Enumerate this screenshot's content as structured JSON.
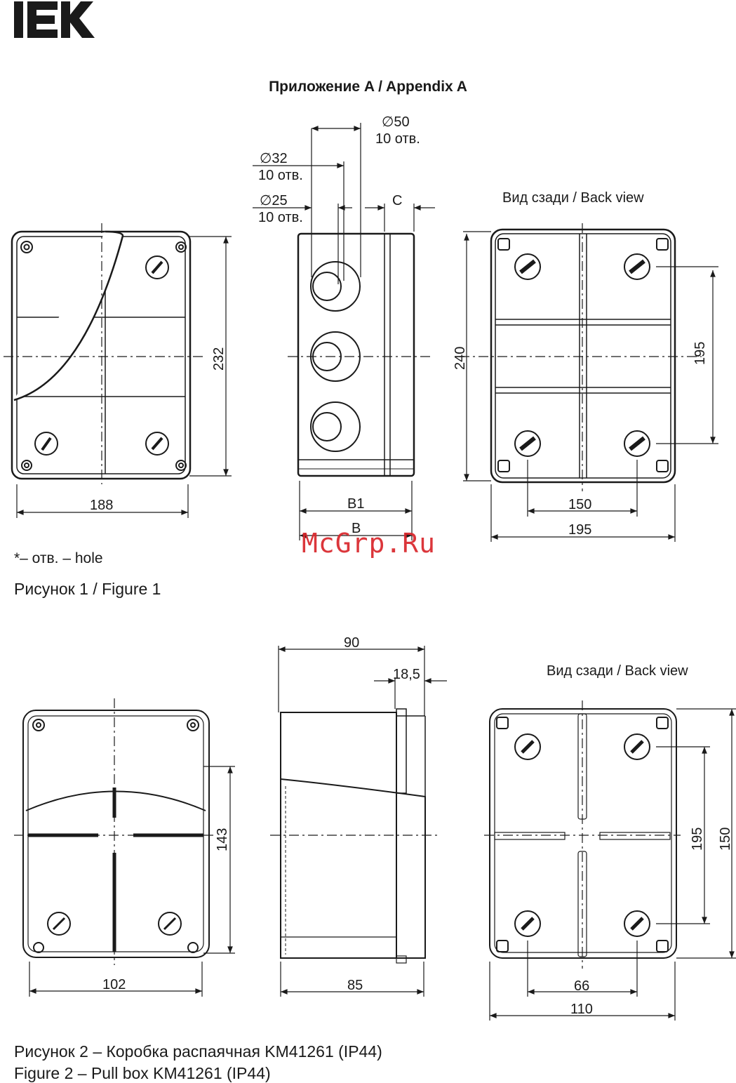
{
  "brand": {
    "logo_text": "IEK"
  },
  "header": {
    "title": "Приложение A / Appendix A"
  },
  "figure1": {
    "caption": "Рисунок 1 / Figure 1",
    "footnote": "*– отв. – hole",
    "back_view_label": "Вид сзади / Back view",
    "dims": {
      "width_188": "188",
      "height_232": "232",
      "hole_50": "∅50",
      "hole_50_count": "10 отв.",
      "hole_32": "∅32",
      "hole_32_count": "10 отв.",
      "hole_25": "∅25",
      "hole_25_count": "10 отв.",
      "c_label": "C",
      "b1_label": "B1",
      "b_label": "B",
      "height_240": "240",
      "mount_195_v": "195",
      "mount_150": "150",
      "width_195": "195"
    }
  },
  "figure2": {
    "caption_ru": "Рисунок 2 – Коробка распаячная KM41261 (IP44)",
    "caption_en": "Figure 2 – Pull box KM41261 (IP44)",
    "back_view_label": "Вид сзади / Back view",
    "dims": {
      "depth_90": "90",
      "lid_18_5": "18,5",
      "width_102": "102",
      "height_143": "143",
      "depth_85": "85",
      "mount_195_v": "195",
      "height_150": "150",
      "mount_66": "66",
      "width_110": "110"
    }
  },
  "watermark": {
    "text": "McGrp.Ru"
  }
}
